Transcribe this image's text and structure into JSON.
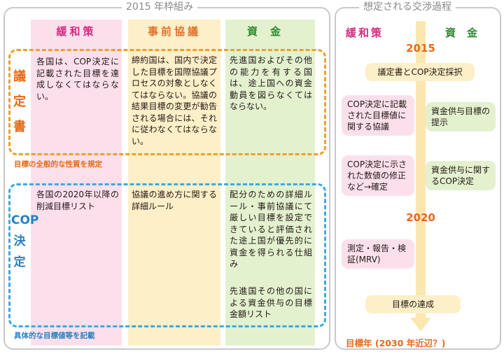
{
  "left_panel": {
    "title": "2015 年枠組み",
    "columns": [
      "緩和策",
      "事前協議",
      "資金"
    ],
    "row_agreement": {
      "label": "議定書",
      "note": "目標の全般的な性質を規定",
      "cells": [
        "各国は、COP決定に記載された目標を達成しなくてはならない。",
        "締約国は、国内で決定した目標を国際協議プロセスの対象としなくてはならない。協議の結果目標の変更が勧告される場合には、それに従わなくてはならない。",
        "先進国およびその他の能力を有する国は、途上国への資金動員を図らなくてはならない。"
      ]
    },
    "row_cop": {
      "label": "COP決定",
      "note": "具体的な目標値等を記載",
      "cells": [
        "各国の2020年以降の削減目標リスト",
        "協議の進め方に関する詳細ルール",
        "配分のための詳細ルール・事前協議にて厳しい目標を設定できていると評価された途上国が優先的に資金を得られる仕組み",
        "先進国その他の国による資金供与の目標金額リスト"
      ]
    }
  },
  "right_panel": {
    "title": "想定される交渉過程",
    "col_left": "緩和策",
    "col_right": "資金",
    "year_2015": "2015",
    "year_2020": "2020",
    "step_adopt": "議定書とCOP決定採択",
    "step_cop_consult": "COP決定に記載された目標値に関する協議",
    "step_funding_target": "資金供与目標の提示",
    "step_revise": "COP決定に示された数値の修正など→確定",
    "step_funding_cop": "資金供与に関するCOP決定",
    "step_mrv": "測定・報告・検証(MRV)",
    "step_achieve": "目標の達成",
    "target_year": "目標年 (2030 年近辺？)"
  }
}
